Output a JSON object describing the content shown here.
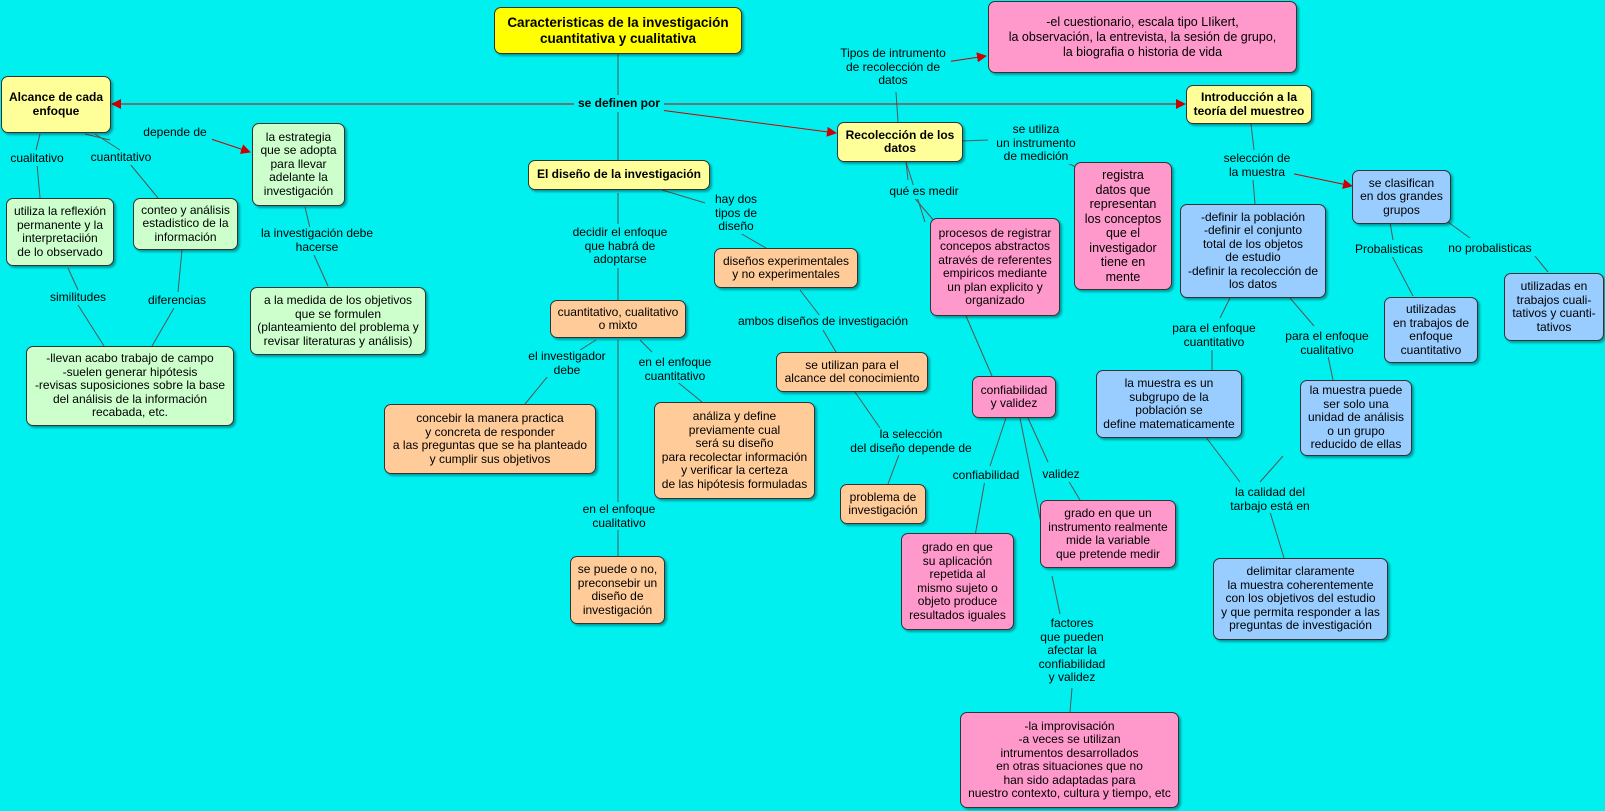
{
  "title": "Caracteristicas de la investigación\ncuantitativa y cualitativa",
  "link_main": "se definen por",
  "alcance": {
    "title": "Alcance de cada\nenfoque",
    "link_depende": "depende de",
    "link_cualitativo": "cualitativo",
    "link_cuantitativo": "cuantitativo",
    "estrategia": "la estrategia\nque se adopta\npara llevar\nadelante la\ninvestigación",
    "link_debe_hacerse": "la investigación debe\nhacerse",
    "medida": "a la medida de los objetivos\nque se formulen\n(planteamiento del problema y\nrevisar literaturas y análisis)",
    "reflexion": "utiliza la reflexión\npermanente y la\ninterpretaciión\nde lo observado",
    "conteo": "conteo y análisis\nestadistico de la\ninformación",
    "link_similitudes": "similitudes",
    "link_diferencias": "diferencias",
    "similitudes": "-llevan acabo trabajo de campo\n-suelen generar hipótesis\n-revisas suposiciones sobre la base\ndel análisis de la información\nrecabada, etc."
  },
  "diseno": {
    "title": "El diseño de la investigación",
    "link_decidir": "decidir el enfoque\nque habrá de\nadoptarse",
    "link_hay_dos": "hay dos\ntipos de\ndiseño",
    "mixto": "cuantitativo, cualitativo\no mixto",
    "link_investigador": "el investigador\ndebe",
    "concebir": "concebir la manera practica\ny concreta de responder\na las preguntas que se ha planteado\ny cumplir sus objetivos",
    "link_enfoque_cuanti": "en el enfoque\ncuantitativo",
    "analiza": "análiza y define\npreviamente cual\nserá su diseño\npara recolectar información\ny verificar la certeza\nde las hipótesis formuladas",
    "link_enfoque_cuali": "en el enfoque\ncualitativo",
    "puede": "se puede o no,\npreconsebir un\ndiseño de\ninvestigación",
    "experimentales": "diseños experimentales\ny no experimentales",
    "link_ambos": "ambos diseños de investigación",
    "alcance_conoc": "se utilizan para el\nalcance del conocimiento",
    "link_seleccion": "la selección\ndel diseño depende de",
    "problema": "problema de\ninvestigación"
  },
  "recoleccion": {
    "title": "Recolección de los\ndatos",
    "link_tipos": "Tipos de intrumento\nde recolección de\ndatos",
    "cuestionario": "-el cuestionario, escala tipo LIikert,\nla observación, la entrevista, la sesión de grupo,\nla biografia o historia de vida",
    "link_utiliza": "se utiliza\nun instrumento\nde medición",
    "registra": "registra\ndatos que\nrepresentan\nlos conceptos\nque el\ninvestigador\ntiene en\nmente",
    "link_que_es": "qué es medir",
    "procesos": "procesos de registrar\nconcepos abstractos\natravés de referentes\nempiricos mediante\nun plan explicito y\norganizado",
    "confiabilidad_validez": "confiabilidad\ny validez",
    "link_confiabilidad": "confiabilidad",
    "link_validez": "validez",
    "grado_aplicacion": "grado en que\nsu aplicación\nrepetida al\nmismo sujeto o\nobjeto produce\nresultados iguales",
    "grado_instrumento": "grado en que un\ninstrumento realmente\nmide la variable\nque pretende medir",
    "link_factores": "factores\nque pueden\nafectar la\nconfiabilidad\ny validez",
    "improvisacion": "-la improvisación\n-a veces se utilizan\nintrumentos desarrollados\nen otras situaciones que no\nhan sido adaptadas para\nnuestro contexto, cultura y tiempo, etc"
  },
  "muestreo": {
    "title": "Introducción a la\nteoría del muestreo",
    "link_seleccion": "selección de\nla muestra",
    "clasifican": "se clasifican\nen dos grandes\ngrupos",
    "link_probalisticas": "Probalisticas",
    "link_no_probalisticas": "no probalisticas",
    "cuantitativo_uso": "utilizadas\nen trabajos de\nenfoque\ncuantitativo",
    "cualitativo_uso": "utilizadas en\ntrabajos cuali-\ntativos y cuanti-\ntativos",
    "definir": "-definir la población\n-definir el conjunto\ntotal  de los objetos\nde estudio\n-definir la recolección de\nlos datos",
    "link_para_cuanti": "para el enfoque\ncuantitativo",
    "link_para_cuali": "para el enfoque\ncualitativo",
    "subgrupo": "la muestra es un\nsubgrupo de la\npoblación se\ndefine matematicamente",
    "unidad": "la muestra puede\nser solo una\nunidad de análisis\no un grupo\nreducido de ellas",
    "link_calidad": "la calidad del\ntarbajo está en",
    "delimitar": "delimitar claramente\nla muestra coherentemente\ncon los objetivos del estudio\ny que permita responder a las\npreguntas de investigación"
  },
  "colors": {
    "background": "#00f0f0",
    "root": "#ffff00",
    "section": "#ffff99",
    "green": "#ccffcc",
    "orange": "#ffcc99",
    "pink": "#ff99cc",
    "blue": "#99ccff",
    "arrow": "#cc0000"
  }
}
